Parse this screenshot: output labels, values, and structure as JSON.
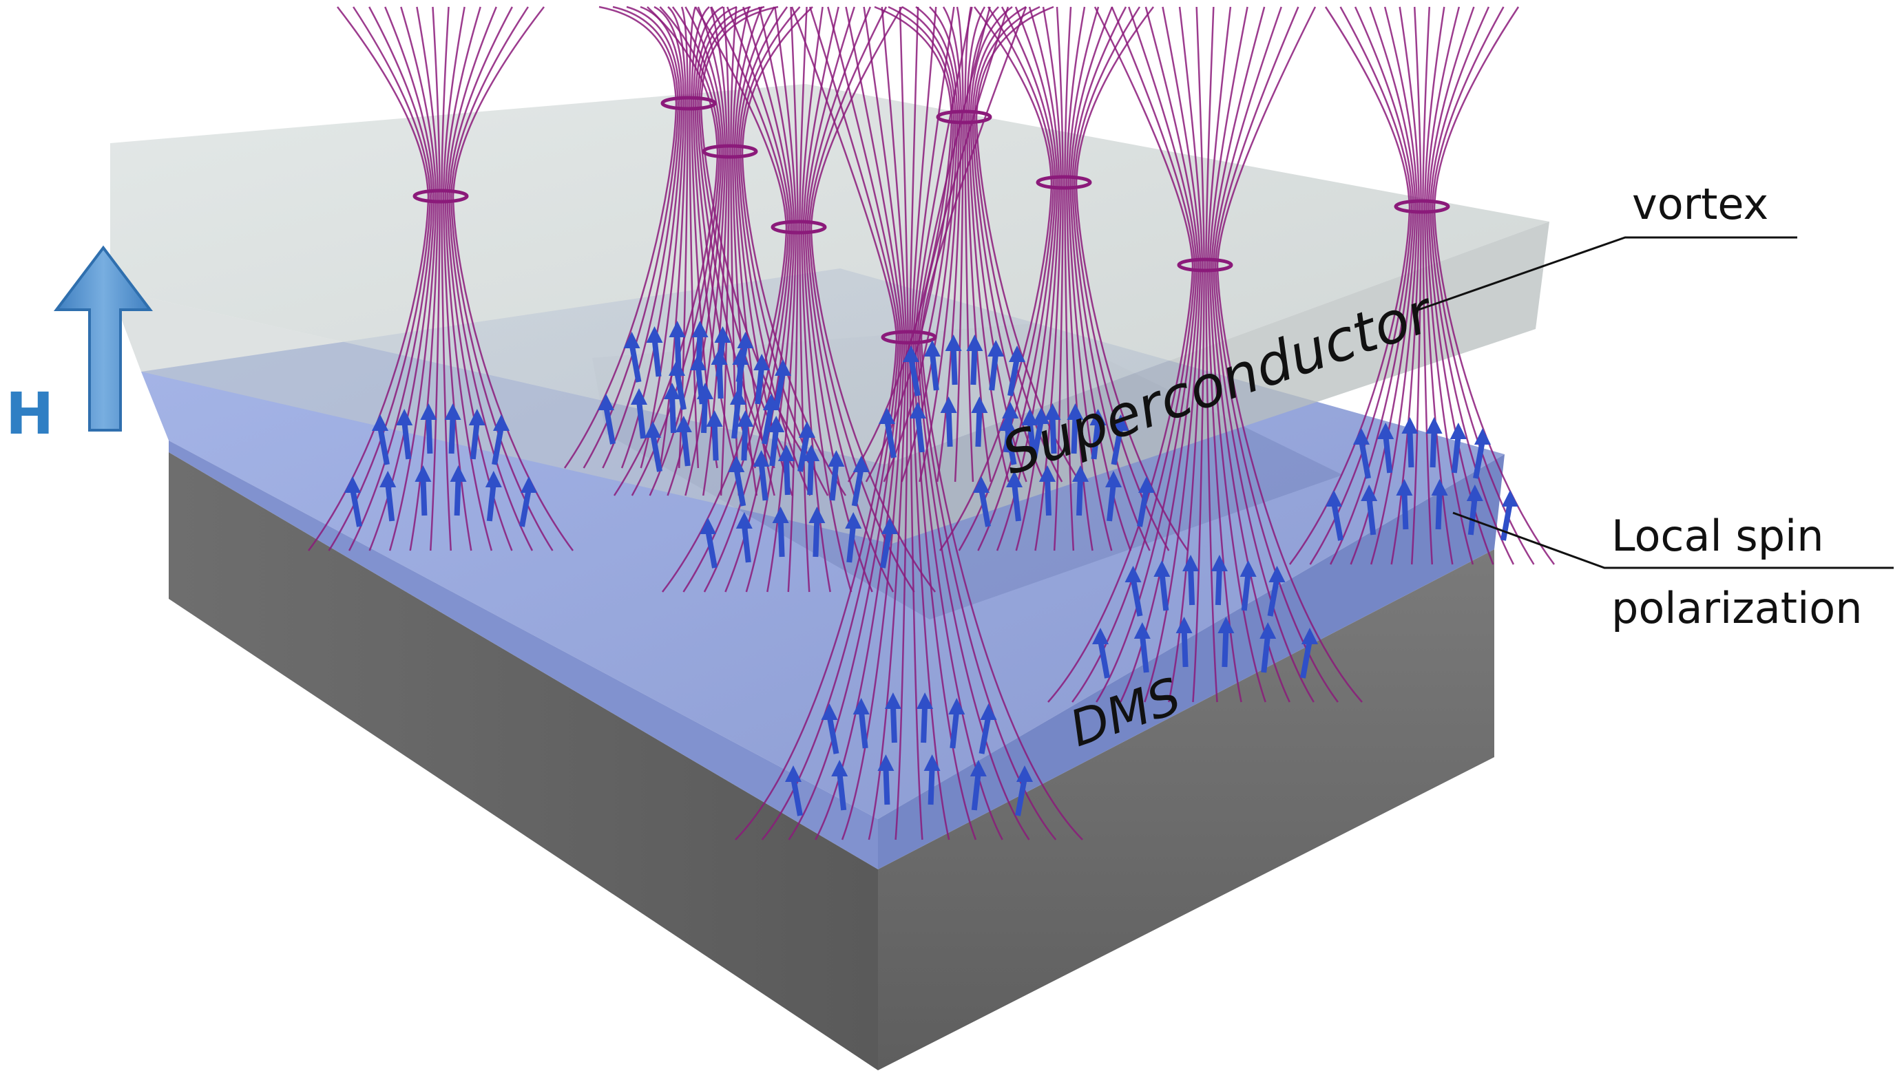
{
  "labels": {
    "field": "H",
    "superconductor": "Superconductor",
    "dms": "DMS",
    "vortex": "vortex",
    "spin_line1": "Local spin",
    "spin_line2": "polarization"
  },
  "colors": {
    "vortex_lines": "#8b1a7a",
    "spin_arrows": "#2f4fc8",
    "field_arrow": "#5b9bd5",
    "superconductor": "#c9cfcf",
    "dms": "#8e9fd8",
    "substrate": "#6b6b6b"
  }
}
